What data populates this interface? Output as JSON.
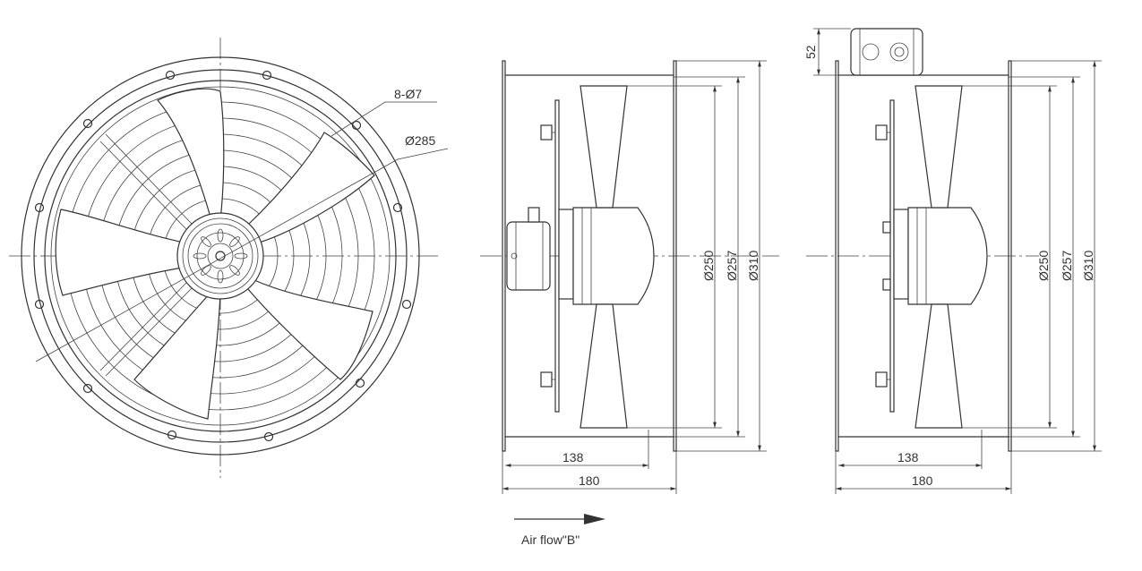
{
  "front_view": {
    "holes_label": "8-Ø7",
    "bolt_circle_label": "Ø285"
  },
  "side_view_b": {
    "dia_blade": "Ø250",
    "dia_inner": "Ø257",
    "dia_outer": "Ø310",
    "depth_inner": "138",
    "depth_total": "180"
  },
  "side_view_a": {
    "box_height": "52",
    "dia_blade": "Ø250",
    "dia_inner": "Ø257",
    "dia_outer": "Ø310",
    "depth_inner": "138",
    "depth_total": "180"
  },
  "airflow": {
    "label": "Air flow\"B\""
  },
  "colors": {
    "line": "#333333",
    "background": "#ffffff"
  }
}
